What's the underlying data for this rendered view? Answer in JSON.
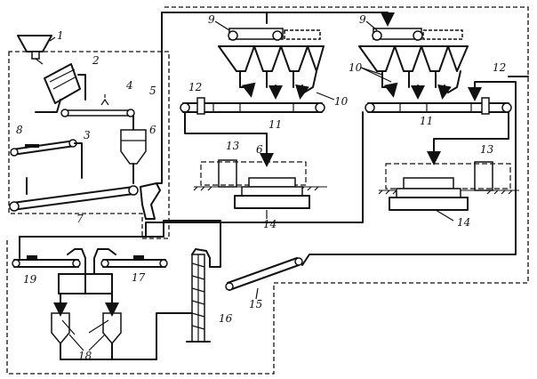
{
  "labels": {
    "l1": "1",
    "l2": "2",
    "l3": "3",
    "l4": "4",
    "l5": "5",
    "l6a": "6",
    "l6b": "6",
    "l7": "7",
    "l8": "8",
    "l9a": "9",
    "l9b": "9",
    "l10a": "10",
    "l10b": "10",
    "l11a": "11",
    "l11b": "11",
    "l12a": "12",
    "l12b": "12",
    "l13a": "13",
    "l13b": "13",
    "l14a": "14",
    "l14b": "14",
    "l15": "15",
    "l16": "16",
    "l17": "17",
    "l18": "18",
    "l19": "19"
  }
}
